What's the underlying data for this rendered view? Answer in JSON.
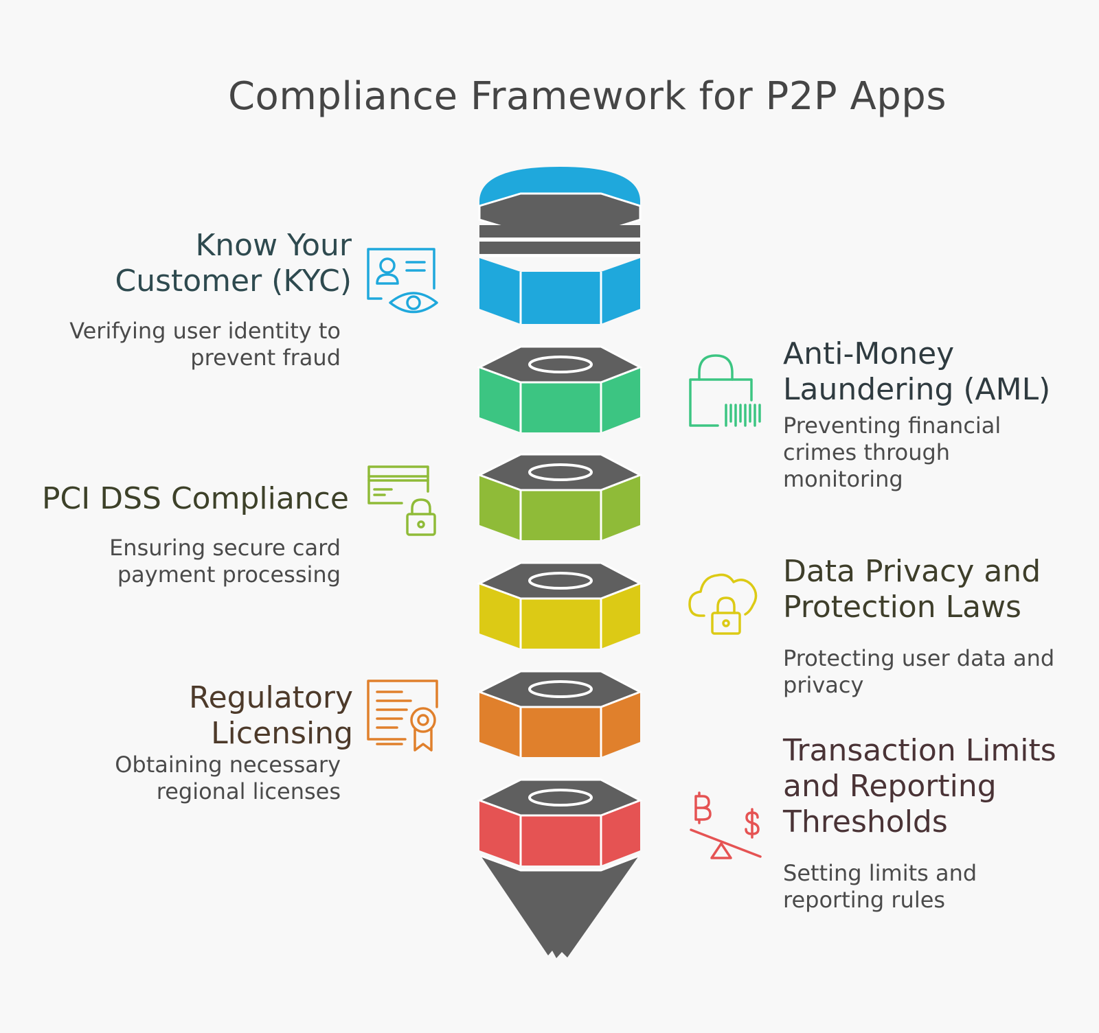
{
  "title": "Compliance Framework for P2P Apps",
  "colors": {
    "background": "#f8f8f8",
    "segment_dark": "#5f5f5f",
    "kyc": "#1fa8dc",
    "aml": "#3cc582",
    "pci": "#8fbb38",
    "privacy": "#dcca15",
    "licensing": "#e0802c",
    "limits": "#e55353"
  },
  "items": [
    {
      "id": "kyc",
      "title": "Know Your\nCustomer (KYC)",
      "description": "Verifying user identity to\nprevent fraud",
      "icon": "id-card-eye-icon",
      "color": "#1fa8dc",
      "title_color": "#2e4a4f",
      "side": "left"
    },
    {
      "id": "aml",
      "title": "Anti-Money\nLaundering (AML)",
      "description": "Preventing financial\ncrimes through\nmonitoring",
      "icon": "lock-barcode-icon",
      "color": "#3cc582",
      "title_color": "#2f3b40",
      "side": "right"
    },
    {
      "id": "pci",
      "title": "PCI DSS Compliance",
      "description": "Ensuring secure card\npayment processing",
      "icon": "card-lock-icon",
      "color": "#8fbb38",
      "title_color": "#3d4129",
      "side": "left"
    },
    {
      "id": "privacy",
      "title": "Data Privacy and\nProtection Laws",
      "description": "Protecting user data and\nprivacy",
      "icon": "cloud-lock-icon",
      "color": "#dcca15",
      "title_color": "#3e3e2a",
      "side": "right"
    },
    {
      "id": "licensing",
      "title": "Regulatory\nLicensing",
      "description": "Obtaining necessary\nregional licenses",
      "icon": "certificate-icon",
      "color": "#e0802c",
      "title_color": "#4d3a2a",
      "side": "left"
    },
    {
      "id": "limits",
      "title": "Transaction Limits\nand Reporting\nThresholds",
      "description": "Setting limits and\nreporting rules",
      "icon": "currency-balance-icon",
      "color": "#e55353",
      "title_color": "#4a3336",
      "side": "right"
    }
  ]
}
